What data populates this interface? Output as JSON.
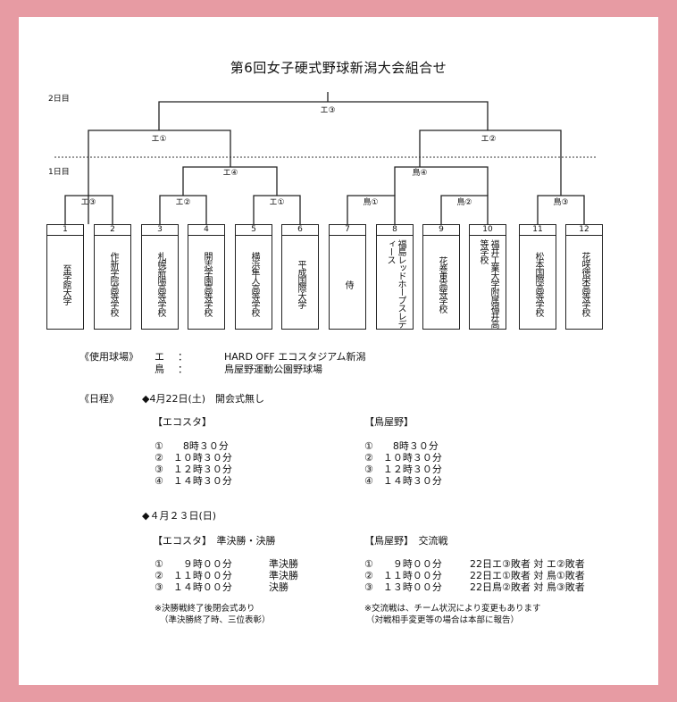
{
  "title": "第6回女子硬式野球新潟大会組合せ",
  "day2_label": "2日目",
  "day1_label": "1日目",
  "games": {
    "final": "エ③",
    "semi_left": "エ①",
    "semi_right": "エ②",
    "qf_left": "エ④",
    "qf_right": "鳥④",
    "r1_1": "エ③",
    "r1_2": "エ②",
    "r1_3": "エ①",
    "r1_4": "鳥①",
    "r1_5": "鳥②",
    "r1_6": "鳥③"
  },
  "teams": [
    {
      "num": "1",
      "name": "至学館大学"
    },
    {
      "num": "2",
      "name": "作新学院高等学校"
    },
    {
      "num": "3",
      "name": "札幌新陽高等学校"
    },
    {
      "num": "4",
      "name": "開志学園高等学校"
    },
    {
      "num": "5",
      "name": "横浜隼人高等学校"
    },
    {
      "num": "6",
      "name": "平成国際大学"
    },
    {
      "num": "7",
      "name": "侍"
    },
    {
      "num": "8",
      "name": "福島レッドホープスレディース"
    },
    {
      "num": "9",
      "name": "花巻東高等学校"
    },
    {
      "num": "10",
      "name": "福井工業大学附属福井高等学校"
    },
    {
      "num": "11",
      "name": "松本国際高等学校"
    },
    {
      "num": "12",
      "name": "花咲徳栄高等学校"
    }
  ],
  "venues": {
    "label": "《使用球場》",
    "rows": [
      {
        "abbr": "エ",
        "colon": "：",
        "name": "HARD OFF エコスタジアム新潟"
      },
      {
        "abbr": "鳥",
        "colon": "：",
        "name": "鳥屋野運動公園野球場"
      }
    ]
  },
  "schedule": {
    "label": "《日程》",
    "day1": {
      "heading": "◆4月22日(土)　開会式無し",
      "left_title": "【エコスタ】",
      "right_title": "【鳥屋野】",
      "left_rows": [
        "①　　8時３０分",
        "②　１０時３０分",
        "③　１２時３０分",
        "④　１４時３０分"
      ],
      "right_rows": [
        "①　　8時３０分",
        "②　１０時３０分",
        "③　１２時３０分",
        "④　１４時３０分"
      ]
    },
    "day2": {
      "heading": "◆４月２３日(日)",
      "left_title": "【エコスタ】　準決勝・決勝",
      "right_title": "【鳥屋野】　交流戦",
      "left_rows": [
        {
          "time": "①　　９時００分",
          "note": "準決勝"
        },
        {
          "time": "②　１１時００分",
          "note": "準決勝"
        },
        {
          "time": "③　１４時００分",
          "note": "決勝"
        }
      ],
      "right_rows": [
        {
          "time": "①　　９時００分",
          "note": "22日エ③敗者 対 エ②敗者"
        },
        {
          "time": "②　１１時００分",
          "note": "22日エ①敗者 対 鳥①敗者"
        },
        {
          "time": "③　１３時００分",
          "note": "22日鳥②敗者 対 鳥③敗者"
        }
      ],
      "left_note_1": "※決勝戦終了後閉会式あり",
      "left_note_2": "（準決勝終了時、三位表彰）",
      "right_note_1": "※交流戦は、チーム状況により変更もあります",
      "right_note_2": "（対戦相手変更等の場合は本部に報告）"
    }
  }
}
